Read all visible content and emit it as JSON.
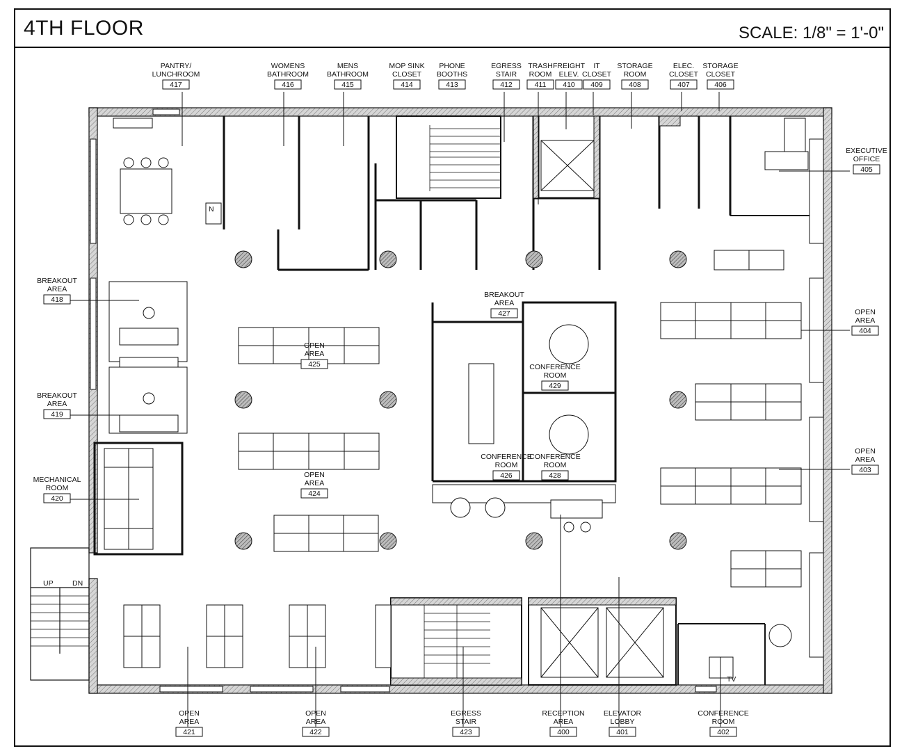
{
  "header": {
    "title": "4TH FLOOR",
    "scale": "SCALE: 1/8\" = 1'-0\""
  },
  "rooms": [
    {
      "id": "417",
      "lines": [
        "PANTRY/",
        "LUNCHROOM"
      ]
    },
    {
      "id": "416",
      "lines": [
        "WOMENS",
        "BATHROOM"
      ]
    },
    {
      "id": "415",
      "lines": [
        "MENS",
        "BATHROOM"
      ]
    },
    {
      "id": "414",
      "lines": [
        "MOP SINK",
        "CLOSET"
      ]
    },
    {
      "id": "413",
      "lines": [
        "PHONE",
        "BOOTHS"
      ]
    },
    {
      "id": "412",
      "lines": [
        "EGRESS",
        "STAIR"
      ]
    },
    {
      "id": "411",
      "lines": [
        "TRASH",
        "ROOM"
      ]
    },
    {
      "id": "410",
      "lines": [
        "FREIGHT",
        "ELEV."
      ]
    },
    {
      "id": "409",
      "lines": [
        "IT",
        "CLOSET"
      ]
    },
    {
      "id": "408",
      "lines": [
        "STORAGE",
        "ROOM"
      ]
    },
    {
      "id": "407",
      "lines": [
        "ELEC.",
        "CLOSET"
      ]
    },
    {
      "id": "406",
      "lines": [
        "STORAGE",
        "CLOSET"
      ]
    },
    {
      "id": "405",
      "lines": [
        "EXECUTIVE",
        "OFFICE"
      ]
    },
    {
      "id": "404",
      "lines": [
        "OPEN",
        "AREA"
      ]
    },
    {
      "id": "403",
      "lines": [
        "OPEN",
        "AREA"
      ]
    },
    {
      "id": "418",
      "lines": [
        "BREAKOUT",
        "AREA"
      ]
    },
    {
      "id": "419",
      "lines": [
        "BREAKOUT",
        "AREA"
      ]
    },
    {
      "id": "420",
      "lines": [
        "MECHANICAL",
        "ROOM"
      ]
    },
    {
      "id": "427",
      "lines": [
        "BREAKOUT",
        "AREA"
      ]
    },
    {
      "id": "425",
      "lines": [
        "OPEN",
        "AREA"
      ]
    },
    {
      "id": "429",
      "lines": [
        "CONFERENCE",
        "ROOM"
      ]
    },
    {
      "id": "426",
      "lines": [
        "CONFERENCE",
        "ROOM"
      ]
    },
    {
      "id": "428",
      "lines": [
        "CONFERENCE",
        "ROOM"
      ]
    },
    {
      "id": "424",
      "lines": [
        "OPEN",
        "AREA"
      ]
    },
    {
      "id": "421",
      "lines": [
        "OPEN",
        "AREA"
      ]
    },
    {
      "id": "422",
      "lines": [
        "OPEN",
        "AREA"
      ]
    },
    {
      "id": "423",
      "lines": [
        "EGRESS",
        "STAIR"
      ]
    },
    {
      "id": "400",
      "lines": [
        "RECEPTION",
        "AREA"
      ]
    },
    {
      "id": "401",
      "lines": [
        "ELEVATOR",
        "LOBBY"
      ]
    },
    {
      "id": "402",
      "lines": [
        "CONFERENCE",
        "ROOM"
      ]
    }
  ],
  "marks": {
    "north": "N",
    "tv": "TV",
    "up": "UP",
    "dn": "DN"
  }
}
